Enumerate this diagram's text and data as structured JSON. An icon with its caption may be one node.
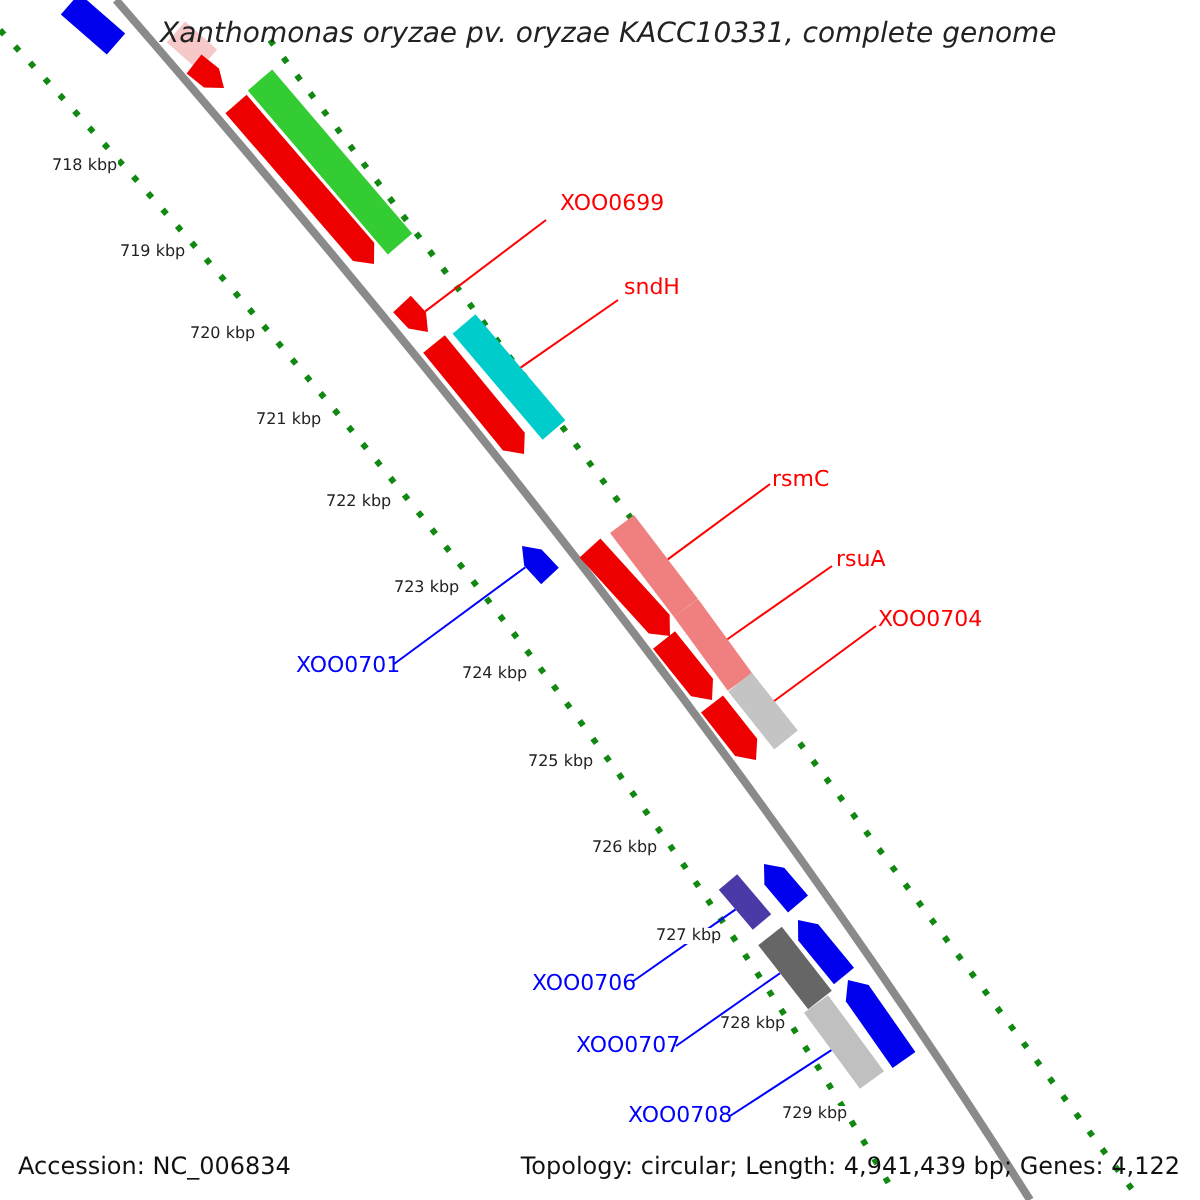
{
  "diagram": {
    "title": "Xanthomonas oryzae pv. oryzae KACC10331, complete genome",
    "nodes": [
      {
        "text": [
          "XOO0699"
        ]
      },
      {
        "text": [],
        "shape": "bar"
      },
      {
        "text": [
          "sndH"
        ]
      },
      {
        "text": [],
        "shape": "bar"
      },
      {
        "text": [
          "rsmC"
        ]
      },
      {
        "text": [],
        "shape": "bar"
      },
      {
        "text": [
          "rsuA"
        ]
      },
      {
        "text": [],
        "shape": "bar"
      },
      {
        "text": [
          "XOO0701"
        ]
      },
      {
        "text": [],
        "shape": "bar"
      },
      {
        "text": [
          "XOO0704"
        ]
      },
      {
        "text": [],
        "shape": "bar"
      },
      {
        "text": [
          "XOO0706"
        ]
      },
      {
        "text": [],
        "shape": "bar"
      },
      {
        "text": [
          "XOO0707"
        ]
      },
      {
        "text": [],
        "shape": "bar"
      },
      {
        "text": [
          "XOO0708"
        ]
      },
      {
        "text": [],
        "shape": "bar"
      },
      {
        "text": [],
        "shape": "bar"
      },
      {
        "text": [],
        "shape": "bar"
      },
      {
        "text": [],
        "shape": "bar"
      },
      {
        "text": [],
        "shape": "bar"
      },
      {
        "text": [],
        "shape": "bar"
      },
      {
        "text": [],
        "shape": "bar"
      },
      {
        "text": [],
        "shape": "bar"
      },
      {
        "text": [],
        "shape": "bar"
      },
      {
        "text": [],
        "shape": "bar"
      },
      {
        "text": [],
        "shape": "bar"
      },
      {
        "text": [],
        "shape": "bar"
      },
      {
        "text": [],
        "shape": "bar"
      }
    ],
    "edges": [
      {
        "from": 0,
        "to": 1,
        "arrow": "none"
      },
      {
        "from": 2,
        "to": 3,
        "arrow": "none"
      },
      {
        "from": 4,
        "to": 5,
        "arrow": "none"
      },
      {
        "from": 6,
        "to": 7,
        "arrow": "none"
      },
      {
        "from": 8,
        "to": 9,
        "arrow": "none",
        "color": "#0000ff"
      },
      {
        "from": 10,
        "to": 11,
        "arrow": "none"
      },
      {
        "from": 12,
        "to": 13,
        "arrow": "none",
        "color": "#0000ff"
      },
      {
        "from": 14,
        "to": 15,
        "arrow": "none",
        "color": "#0000ff"
      },
      {
        "from": 16,
        "to": 17,
        "arrow": "none",
        "color": "#0000ff"
      }
    ],
    "labels": [
      "718 kbp",
      "719 kbp",
      "720 kbp",
      "721 kbp",
      "722 kbp",
      "723 kbp",
      "724 kbp",
      "725 kbp",
      "726 kbp",
      "727 kbp",
      "728 kbp",
      "729 kbp",
      "Accession: NC_006834",
      "Topology: circular; Length: 4,941,439 bp; Genes: 4,122"
    ]
  }
}
